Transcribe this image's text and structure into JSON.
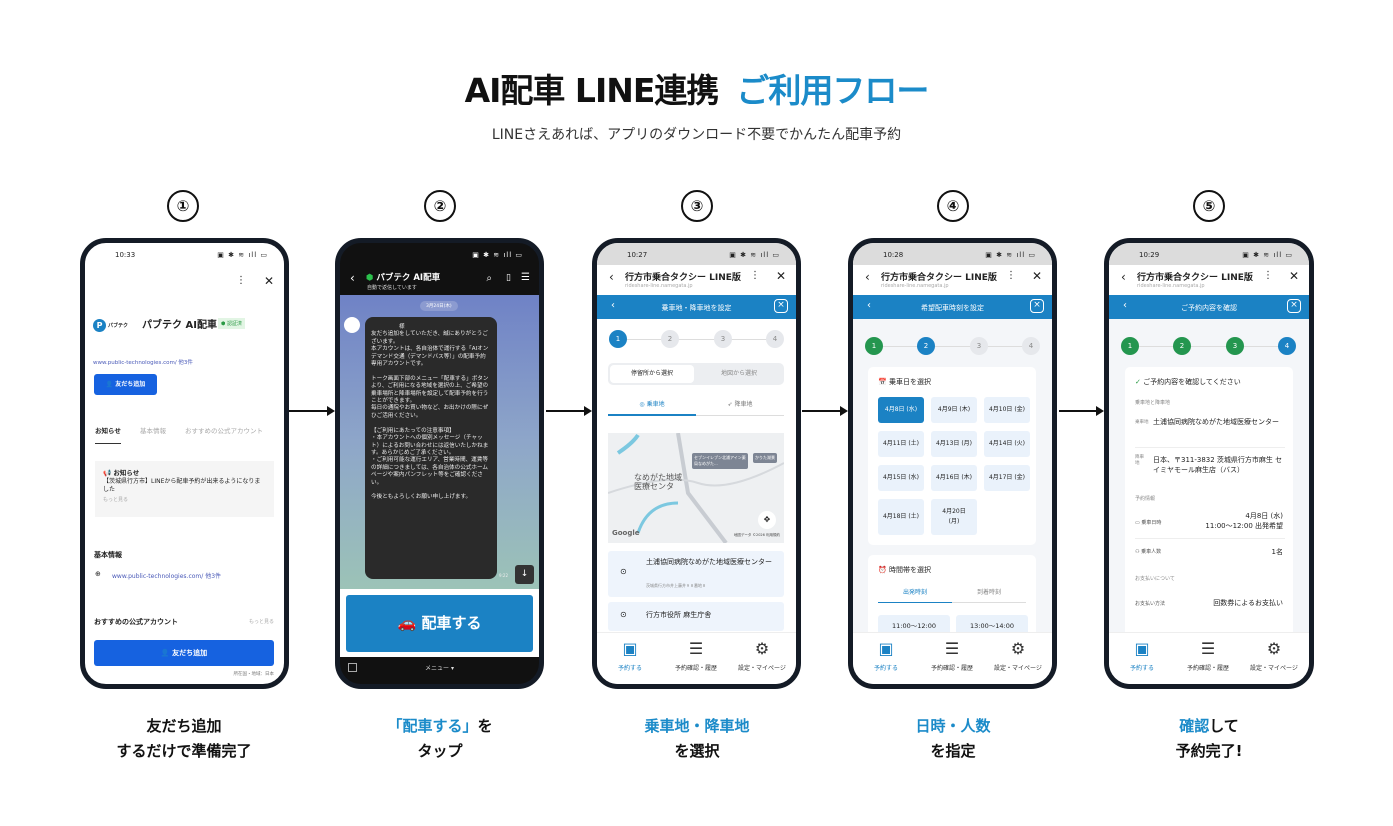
{
  "header": {
    "title_black": "AI配車 LINE連携",
    "title_blue": "ご利用フロー",
    "subtitle": "LINEさえあれば、アプリのダウンロード不要でかんたん配車予約"
  },
  "colors": {
    "accent": "#1b8bc9",
    "line_blue": "#1b82c4",
    "done_green": "#24964f",
    "phone_frame": "#141b26"
  },
  "steps": [
    {
      "num": "①",
      "cap1": "友だち追加",
      "cap2": "するだけで準備完了"
    },
    {
      "num": "②",
      "cap1_blue": "「配車する」",
      "cap1": "を",
      "cap2": "タップ"
    },
    {
      "num": "③",
      "cap1_blue": "乗車地・降車地",
      "cap2": "を選択"
    },
    {
      "num": "④",
      "cap1_blue": "日時・人数",
      "cap2": "を指定"
    },
    {
      "num": "⑤",
      "cap1_blue": "確認",
      "cap1": "して",
      "cap2": "予約完了!"
    }
  ],
  "phone1": {
    "time": "10:33",
    "status_icons": "▣ ✱ ≋ ıll ▭",
    "account": "パブテク AI配車",
    "logo_text": "パブテク",
    "verified": "認証済",
    "url": "www.public-technologies.com/ 他3件",
    "add_friend": "友だち追加",
    "tabs": [
      "お知らせ",
      "基本情報",
      "おすすめの公式アカウント"
    ],
    "notice_title": "お知らせ",
    "notice_body": "【茨城県行方市】LINEから配車予約が出来るようになりました",
    "notice_more": "もっと見る",
    "basic_title": "基本情報",
    "basic_url": "www.public-technologies.com/ 他3件",
    "rec_title": "おすすめの公式アカウント",
    "rec_more": "もっと見る",
    "add_friend_big": "友だち追加",
    "region": "所在国・地域：日本"
  },
  "phone2": {
    "status_icons": "▣ ✱ ≋ ıll ▭",
    "chat_name": "パブテク AI配車",
    "chat_sub": "自動で返信しています",
    "date": "3月24日(木)",
    "greeting": "様",
    "message": "友だち追加をしていただき、誠にありがとうございます。\n本アカウントは、各自治体で運行する「AIオンデマンド交通（デマンドバス等）」の配車予約専用アカウントです。\n\nトーク画面下部のメニュー「配車する」ボタンより、ご利用になる地域を選択の上、ご希望の乗車場所と降車場所を設定して配車予約を行うことができます。\n毎日の通院やお買い物など、お出かけの際にぜひご活用ください。\n\n【ご利用にあたっての注意事項】\n・本アカウントへの個別メッセージ（チャット）によるお問い合わせには返信いたしかねます。あらかじめご了承ください。\n・ご利用可能な運行エリア、営業時間、運賃等の詳細につきましては、各自治体の公式ホームページや案内パンフレット等をご確認ください。\n\n今後ともよろしくお願い申し上げます。",
    "msg_time": "9:22",
    "cta": "配車する",
    "menu": "メニュー ▾"
  },
  "app": {
    "title": "行方市乗合タクシー LINE版",
    "url": "rideshare-line.namegata.jp",
    "nav": [
      "予約する",
      "予約確認・履歴",
      "設定・マイページ"
    ]
  },
  "phone3": {
    "time": "10:27",
    "bar": "乗車地・降車地を設定",
    "steps": [
      "1",
      "2",
      "3",
      "4"
    ],
    "seg": [
      "停留所から選択",
      "地図から選択"
    ],
    "tabs": [
      "乗車地",
      "降車地"
    ],
    "map_labels": [
      "なめがた地域医療センタ",
      "セブンイレブン北浦アイン薬局なめがた...",
      "かりた湖景"
    ],
    "map_credit": "地図データ ©2026  利用規約",
    "google": "Google",
    "places": [
      {
        "name": "土浦協同病院なめがた地域医療センター",
        "addr": "茨城県行方市井上藤井９８番地８"
      },
      {
        "name": "行方市役所 麻生庁舎",
        "addr": ""
      }
    ]
  },
  "phone4": {
    "time": "10:28",
    "bar": "希望配車時刻を設定",
    "steps": [
      "1",
      "2",
      "3",
      "4"
    ],
    "date_title": "乗車日を選択",
    "dates": [
      "4月8日 (水)",
      "4月9日 (木)",
      "4月10日 (金)",
      "4月11日 (土)",
      "4月13日 (月)",
      "4月14日 (火)",
      "4月15日 (水)",
      "4月16日 (木)",
      "4月17日 (金)",
      "4月18日 (土)",
      "4月20日 (月)"
    ],
    "time_title": "時間帯を選択",
    "time_tabs": [
      "出発時刻",
      "到着時刻"
    ],
    "slots": [
      "11:00〜12:00",
      "13:00〜14:00"
    ]
  },
  "phone5": {
    "time": "10:29",
    "bar": "ご予約内容を確認",
    "steps": [
      "1",
      "2",
      "3",
      "4"
    ],
    "confirm": "ご予約内容を確認してください",
    "sec_places": "乗車地と降車地",
    "pickup_label": "乗車地",
    "pickup": "土浦協同病院なめがた地域医療センター",
    "dropoff_label": "降車地",
    "dropoff": "日本、〒311-3832 茨城県行方市麻生 セイミヤモール麻生店（バス）",
    "sec_info": "予約情報",
    "dt_label": "乗車日時",
    "dt_value1": "4月8日 (水)",
    "dt_value2": "11:00〜12:00 出発希望",
    "pax_label": "乗車人数",
    "pax_value": "1名",
    "sec_pay": "お支払いについて",
    "pay_label": "お支払い方法",
    "pay_value": "回数券によるお支払い"
  }
}
